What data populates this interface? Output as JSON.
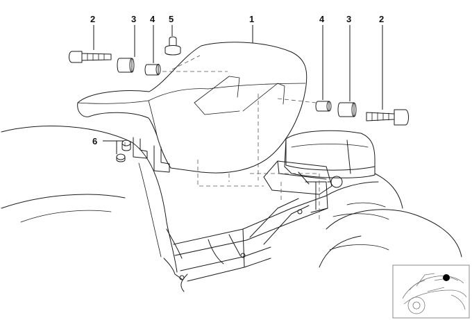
{
  "diagram": {
    "callouts": [
      {
        "id": "c1",
        "label": "1"
      },
      {
        "id": "c2-left",
        "label": "2"
      },
      {
        "id": "c3-left",
        "label": "3"
      },
      {
        "id": "c4-left",
        "label": "4"
      },
      {
        "id": "c5",
        "label": "5"
      },
      {
        "id": "c4-right",
        "label": "4"
      },
      {
        "id": "c3-right",
        "label": "3"
      },
      {
        "id": "c2-right",
        "label": "2"
      },
      {
        "id": "c6",
        "label": "6"
      }
    ],
    "colors": {
      "line": "#1a1a1a",
      "thumbnail_border": "#888888",
      "marker": "#000000"
    }
  }
}
